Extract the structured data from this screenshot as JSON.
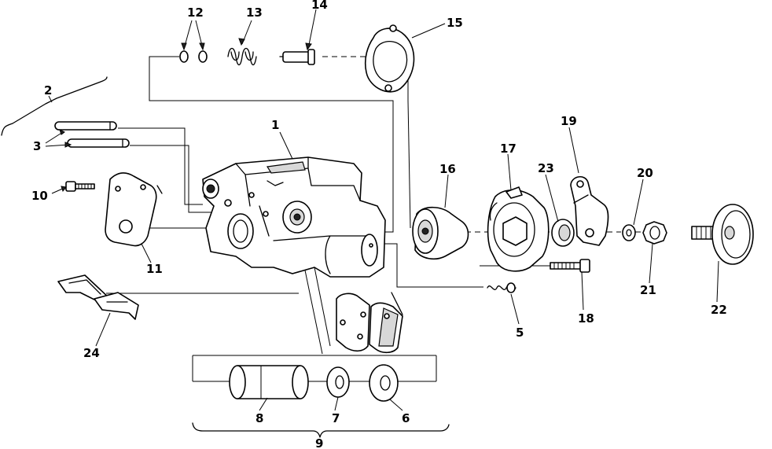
{
  "diagram": {
    "callouts": {
      "c1": "1",
      "c2": "2",
      "c3": "3",
      "c5": "5",
      "c6": "6",
      "c7": "7",
      "c8": "8",
      "c9": "9",
      "c10": "10",
      "c11": "11",
      "c12": "12",
      "c13": "13",
      "c14": "14",
      "c15": "15",
      "c16": "16",
      "c17": "17",
      "c18": "18",
      "c19": "19",
      "c20": "20",
      "c21": "21",
      "c22": "22",
      "c23": "23",
      "c24": "24"
    }
  }
}
